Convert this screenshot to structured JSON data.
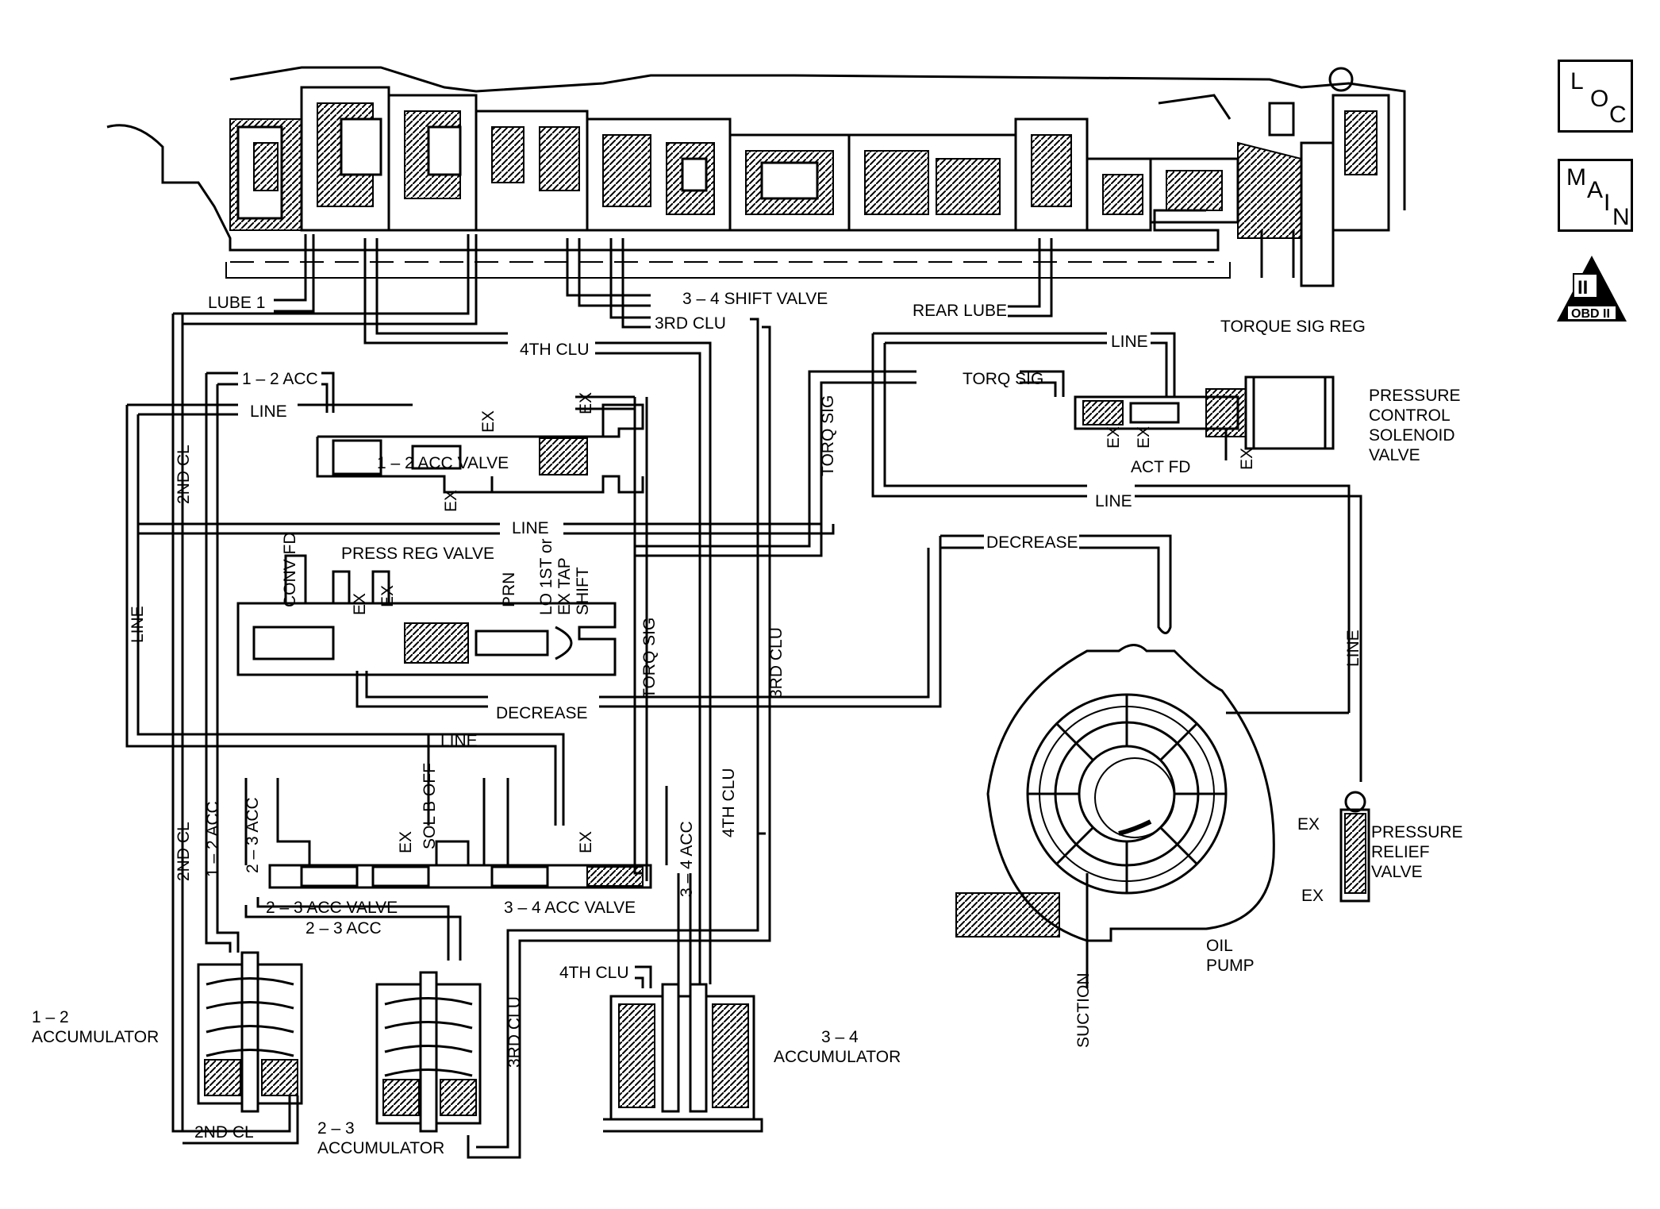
{
  "nav": {
    "loc": [
      "L",
      "O",
      "C"
    ],
    "main": [
      "M",
      "A",
      "I",
      "N"
    ],
    "obd_numeral": "II",
    "obd_label": "OBD II"
  },
  "labels": {
    "lube1": "LUBE 1",
    "shift34": "3 – 4 SHIFT VALVE",
    "rear_lube": "REAR LUBE",
    "clu3_top": "3RD CLU",
    "clu4_top": "4TH CLU",
    "line_top": "LINE",
    "torque_sig_reg": "TORQUE SIG REG",
    "torq_sig": "TORQ SIG",
    "acc12": "1 – 2 ACC",
    "line_left": "LINE",
    "acc12_valve": "1 – 2 ACC VALVE",
    "ex": "EX",
    "pcs_valve_1": "PRESSURE",
    "pcs_valve_2": "CONTROL",
    "pcs_valve_3": "SOLENOID",
    "pcs_valve_4": "VALVE",
    "act_fd": "ACT FD",
    "cl2": "2ND CL",
    "torq_sig_v": "TORQ SIG",
    "line_mid": "LINE",
    "line_right": "LINE",
    "decrease": "DECREASE",
    "press_reg": "PRESS REG VALVE",
    "conv_fd": "CONV FD",
    "prn": "PRN",
    "lo1st_1": "LO 1ST or",
    "lo1st_2": "EX TAP",
    "lo1st_3": "SHIFT",
    "line_v": "LINE",
    "clu3_v": "3RD CLU",
    "decrease_low": "DECREASE",
    "line_low": "LINE",
    "acc12_v": "1 – 2 ACC",
    "cl2_v": "2ND CL",
    "acc23_v": "2 – 3 ACC",
    "sol_b_off": "SOL B OFF",
    "clu4_v": "4TH CLU",
    "acc34_v": "3 – 4 ACC",
    "acc23_valve": "2 – 3 ACC VALVE",
    "acc34_valve": "3 – 4 ACC VALVE",
    "acc23": "2 – 3 ACC",
    "clu4_low": "4TH CLU",
    "clu3_low": "3RD CLU",
    "acc12_accum_1": "1 – 2",
    "acc12_accum_2": "ACCUMULATOR",
    "acc23_accum_1": "2 – 3",
    "acc23_accum_2": "ACCUMULATOR",
    "acc34_accum_1": "3 – 4",
    "acc34_accum_2": "ACCUMULATOR",
    "cl2_bottom": "2ND CL",
    "prv_1": "PRESSURE",
    "prv_2": "RELIEF",
    "prv_3": "VALVE",
    "oil_pump_1": "OIL",
    "oil_pump_2": "PUMP",
    "suction": "SUCTION",
    "line_pump": "LINE"
  }
}
